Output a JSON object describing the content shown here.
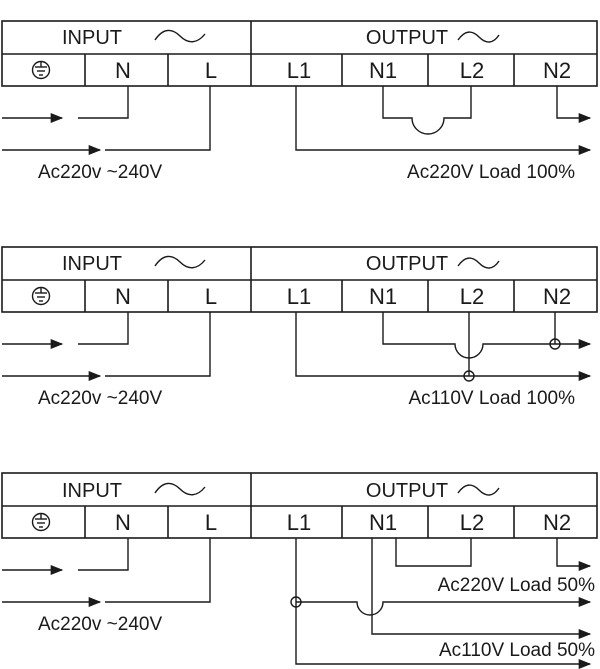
{
  "panels": [
    {
      "input_label": "INPUT",
      "output_label": "OUTPUT",
      "terminals": [
        "N",
        "L",
        "L1",
        "N1",
        "L2",
        "N2"
      ],
      "input_voltage": "Ac220v  ~240V",
      "output_captions": [
        "Ac220V  Load 100%"
      ]
    },
    {
      "input_label": "INPUT",
      "output_label": "OUTPUT",
      "terminals": [
        "N",
        "L",
        "L1",
        "N1",
        "L2",
        "N2"
      ],
      "input_voltage": "Ac220v  ~240V",
      "output_captions": [
        "Ac110V  Load 100%"
      ]
    },
    {
      "input_label": "INPUT",
      "output_label": "OUTPUT",
      "terminals": [
        "N",
        "L",
        "L1",
        "N1",
        "L2",
        "N2"
      ],
      "input_voltage": "Ac220v  ~240V",
      "output_captions": [
        "Ac220V  Load 50%",
        "Ac110V  Load 50%"
      ]
    }
  ],
  "icons": {
    "ground": "ground-terminal-icon",
    "ac": "ac-sine-icon",
    "arrow": "arrow-right-icon"
  }
}
